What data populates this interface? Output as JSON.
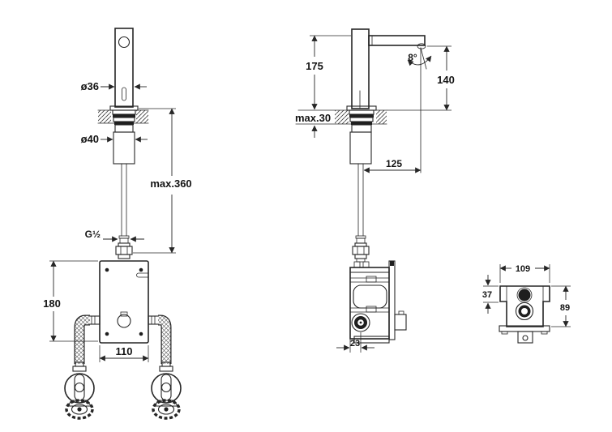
{
  "drawing": {
    "kind": "technical-installation-diagram",
    "subject": "deck-mounted sensor faucet with control box and angle valves",
    "line_color": "#262626",
    "background_color": "#ffffff"
  },
  "front_view": {
    "dims": {
      "spout_diameter": "ø36",
      "shank_diameter": "ø40",
      "max_supply_length": "max.360",
      "connection_thread": "G½",
      "box_height": "180",
      "box_width": "110"
    }
  },
  "side_view": {
    "dims": {
      "spout_top_height": "175",
      "max_deck_thickness": "max.30",
      "spray_angle": "8°",
      "outlet_height": "140",
      "spout_reach": "125",
      "knob_offset": "23"
    }
  },
  "top_view": {
    "dims": {
      "box_width": "109",
      "flange_depth": "37",
      "box_depth": "89"
    }
  }
}
